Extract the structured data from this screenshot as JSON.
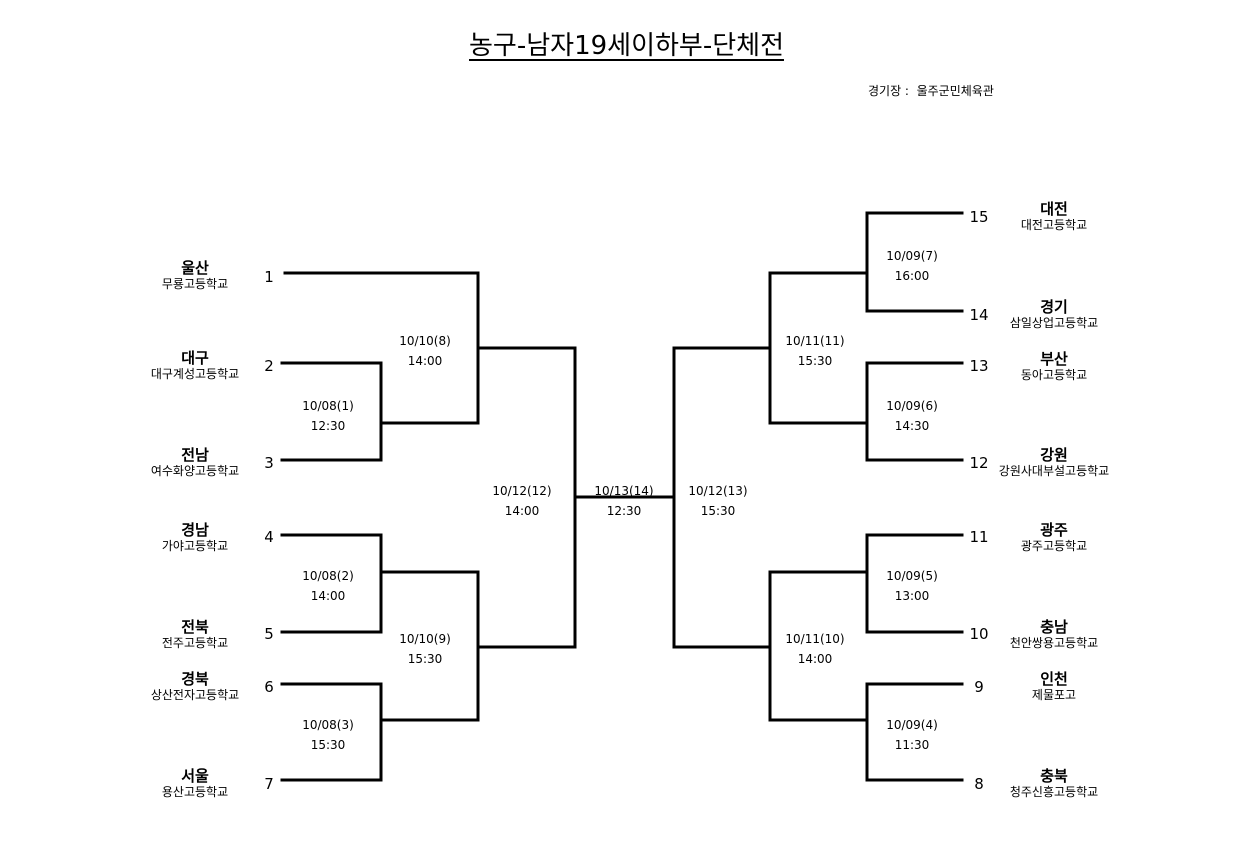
{
  "title": "농구-남자19세이하부-단체전",
  "venue": "경기장 :  울주군민체육관",
  "teams": {
    "1": {
      "region": "울산",
      "school": "무룡고등학교"
    },
    "2": {
      "region": "대구",
      "school": "대구계성고등학교"
    },
    "3": {
      "region": "전남",
      "school": "여수화양고등학교"
    },
    "4": {
      "region": "경남",
      "school": "가야고등학교"
    },
    "5": {
      "region": "전북",
      "school": "전주고등학교"
    },
    "6": {
      "region": "경북",
      "school": "상산전자고등학교"
    },
    "7": {
      "region": "서울",
      "school": "용산고등학교"
    },
    "8": {
      "region": "충북",
      "school": "청주신흥고등학교"
    },
    "9": {
      "region": "인천",
      "school": "제물포고"
    },
    "10": {
      "region": "충남",
      "school": "천안쌍용고등학교"
    },
    "11": {
      "region": "광주",
      "school": "광주고등학교"
    },
    "12": {
      "region": "강원",
      "school": "강원사대부설고등학교"
    },
    "13": {
      "region": "부산",
      "school": "동아고등학교"
    },
    "14": {
      "region": "경기",
      "school": "삼일상업고등학교"
    },
    "15": {
      "region": "대전",
      "school": "대전고등학교"
    }
  },
  "seeds": {
    "1": "1",
    "2": "2",
    "3": "3",
    "4": "4",
    "5": "5",
    "6": "6",
    "7": "7",
    "8": "8",
    "9": "9",
    "10": "10",
    "11": "11",
    "12": "12",
    "13": "13",
    "14": "14",
    "15": "15"
  },
  "matches": {
    "m1": {
      "date": "10/08(1)",
      "time": "12:30"
    },
    "m2": {
      "date": "10/08(2)",
      "time": "14:00"
    },
    "m3": {
      "date": "10/08(3)",
      "time": "15:30"
    },
    "m4": {
      "date": "10/09(4)",
      "time": "11:30"
    },
    "m5": {
      "date": "10/09(5)",
      "time": "13:00"
    },
    "m6": {
      "date": "10/09(6)",
      "time": "14:30"
    },
    "m7": {
      "date": "10/09(7)",
      "time": "16:00"
    },
    "m8": {
      "date": "10/10(8)",
      "time": "14:00"
    },
    "m9": {
      "date": "10/10(9)",
      "time": "15:30"
    },
    "m10": {
      "date": "10/11(10)",
      "time": "14:00"
    },
    "m11": {
      "date": "10/11(11)",
      "time": "15:30"
    },
    "m12": {
      "date": "10/12(12)",
      "time": "14:00"
    },
    "m13": {
      "date": "10/12(13)",
      "time": "15:30"
    },
    "m14": {
      "date": "10/13(14)",
      "time": "12:30"
    }
  }
}
